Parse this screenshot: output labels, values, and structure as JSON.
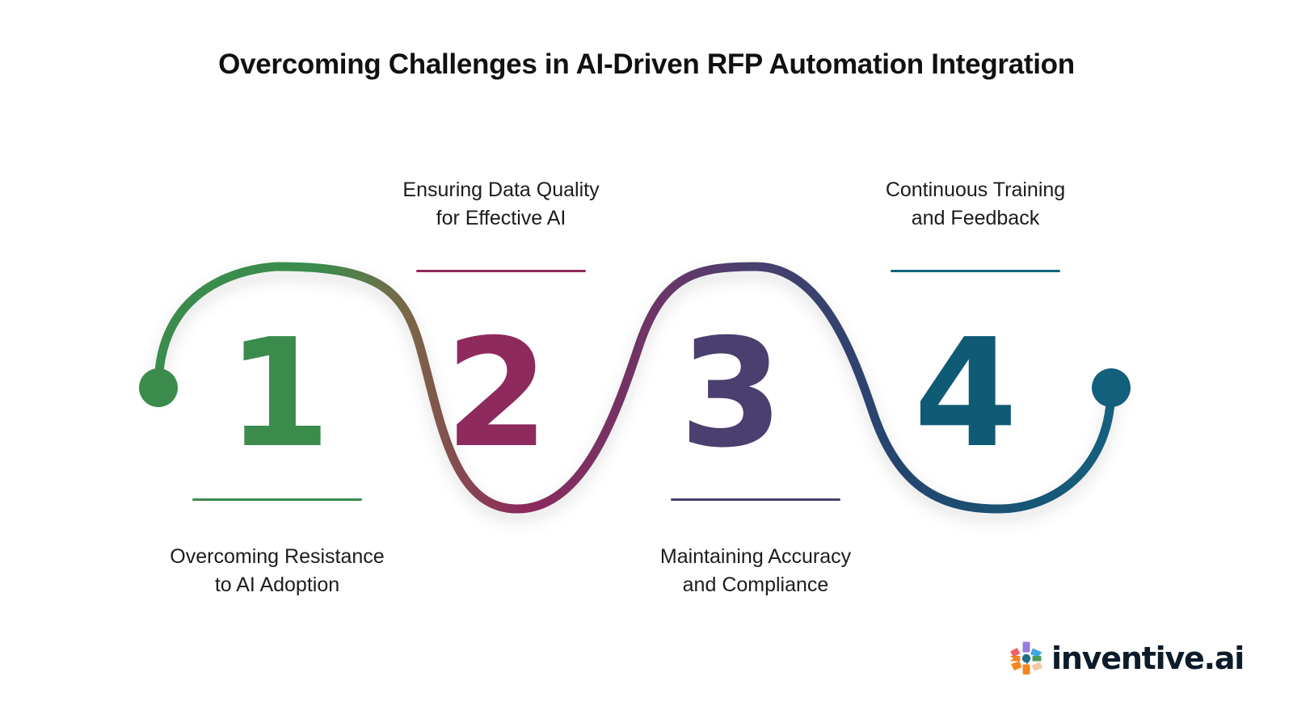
{
  "page": {
    "title": "Overcoming Challenges in AI-Driven RFP Automation Integration",
    "background_color": "#ffffff",
    "title_color": "#111111"
  },
  "diagram": {
    "type": "wave-timeline",
    "orientation": "horizontal",
    "endpoint_start_color": "#3b8b4d",
    "endpoint_end_color": "#12607c",
    "gradient_stops": [
      "#3b8b4d",
      "#7a6747",
      "#8e2a5c",
      "#4a3f6e",
      "#23456e",
      "#12607c"
    ],
    "steps": [
      {
        "number": "1",
        "label": "Overcoming Resistance\nto AI Adoption",
        "color": "#3b8b4d",
        "rule_color": "#3b8b4d",
        "position": "below"
      },
      {
        "number": "2",
        "label": "Ensuring Data Quality\nfor Effective AI",
        "color": "#8e2a5c",
        "rule_color": "#8e2a5c",
        "position": "above"
      },
      {
        "number": "3",
        "label": "Maintaining Accuracy\nand Compliance",
        "color": "#4a3f6e",
        "rule_color": "#4a3f6e",
        "position": "below"
      },
      {
        "number": "4",
        "label": "Continuous Training\nand Feedback",
        "color": "#0f5b75",
        "rule_color": "#10647d",
        "position": "above"
      }
    ]
  },
  "logo": {
    "text": "inventive.ai",
    "text_color": "#0d1b2a",
    "mark_name": "inventive-burst-icon",
    "mark_colors": [
      "#f1626b",
      "#9b7ae0",
      "#3aa7e8",
      "#f5851f",
      "#1d6e86",
      "#4a9b5c",
      "#f5851f",
      "#f5851f",
      "#f0c9a8"
    ]
  }
}
